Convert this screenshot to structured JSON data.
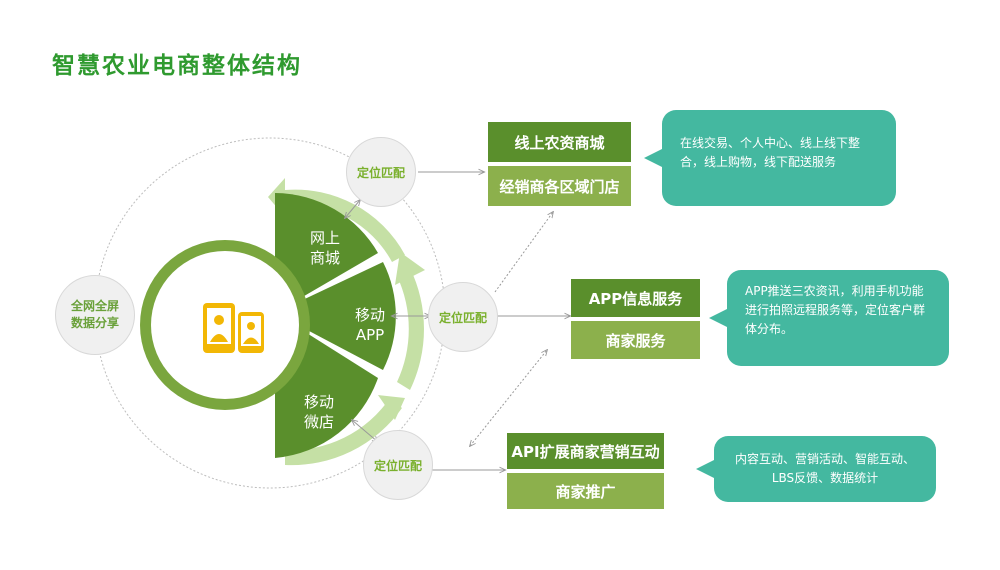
{
  "title": "智慧农业电商整体结构",
  "center_label": "全网全屏\n数据分享",
  "sectors": {
    "online_mall": "网上\n商城",
    "mobile_app": "移动\nAPP",
    "mobile_store": "移动\n微店"
  },
  "match_label": "定位匹配",
  "groups": [
    {
      "primary": "线上农资商城",
      "secondary": "经销商各区域门店",
      "bubble": "在线交易、个人中心、线上线下整合，线上购物，线下配送服务"
    },
    {
      "primary": "APP信息服务",
      "secondary": "商家服务",
      "bubble": "APP推送三农资讯，利用手机功能进行拍照远程服务等，定位客户群体分布。"
    },
    {
      "primary": "API扩展商家营销互动",
      "secondary": "商家推广",
      "bubble": "内容互动、营销活动、智能互动、LBS反馈、数据统计"
    }
  ],
  "colors": {
    "title": "#2f9a2f",
    "sector": "#5a8f2c",
    "arc": "#c5e0a5",
    "ring": "#7aa63e",
    "box_dark": "#5a8f2c",
    "box_light": "#8cb04c",
    "bubble": "#44b8a0",
    "icon": "#f2b705"
  },
  "icon": "mobile-devices-icon"
}
